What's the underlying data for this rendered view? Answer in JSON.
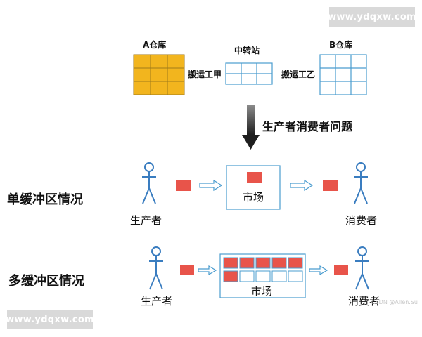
{
  "watermark": {
    "top": "www.ydqxw.com",
    "bottom": "www.ydqxw.com"
  },
  "top_section": {
    "warehouse_a": "A仓库",
    "transfer_station": "中转站",
    "warehouse_b": "B仓库",
    "worker_a": "搬运工甲",
    "worker_b": "搬运工乙",
    "problem_label": "生产者消费者问题"
  },
  "single_buffer": {
    "title": "单缓冲区情况",
    "market": "市场",
    "producer": "生产者",
    "consumer": "消费者"
  },
  "multi_buffer": {
    "title": "多缓冲区情况",
    "market": "市场",
    "producer": "生产者",
    "consumer": "消费者",
    "slots_filled": 6,
    "slots_total": 10
  },
  "credit": "CSDN @Allen.Su",
  "colors": {
    "warehouse_a_fill": "#f2b51e",
    "grid_stroke": "#4a9ccf",
    "item_red": "#e8544a",
    "figure_blue": "#3a7dc0",
    "arrow_dark": "#2b2b2b"
  }
}
